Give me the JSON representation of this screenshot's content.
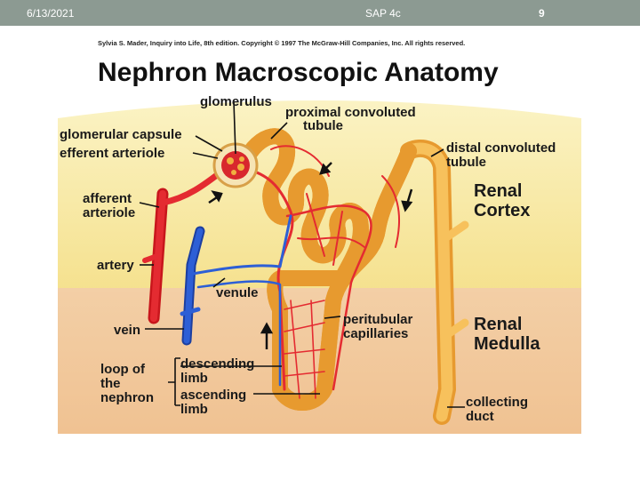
{
  "header": {
    "date": "6/13/2021",
    "title": "SAP 4c",
    "page_number": "9"
  },
  "figure": {
    "copyright": "Sylvia S. Mader, Inquiry into Life, 8th edition. Copyright © 1997 The McGraw-Hill Companies, Inc. All rights reserved.",
    "title": "Nephron Macroscopic Anatomy",
    "labels": {
      "glomerulus": "glomerulus",
      "proximal_line1": "proximal convoluted",
      "proximal_line2": "tubule",
      "glomerular_capsule": "glomerular capsule",
      "efferent_arteriole": "efferent arteriole",
      "distal_line1": "distal convoluted",
      "distal_line2": "tubule",
      "afferent_line1": "afferent",
      "afferent_line2": "arteriole",
      "artery": "artery",
      "venule": "venule",
      "vein": "vein",
      "peritubular_line1": "peritubular",
      "peritubular_line2": "capillaries",
      "loop_line1": "loop of",
      "loop_line2": "the",
      "loop_line3": "nephron",
      "descending_line1": "descending",
      "descending_line2": "limb",
      "ascending_line1": "ascending",
      "ascending_line2": "limb",
      "collecting_line1": "collecting",
      "collecting_line2": "duct"
    },
    "regions": {
      "cortex_line1": "Renal",
      "cortex_line2": "Cortex",
      "medulla_line1": "Renal",
      "medulla_line2": "Medulla"
    },
    "colors": {
      "cortex": "#f7eaa0",
      "medulla": "#f2c79a",
      "tubule": "#f5b54a",
      "artery": "#e0242a",
      "vein": "#2a55c8"
    }
  }
}
